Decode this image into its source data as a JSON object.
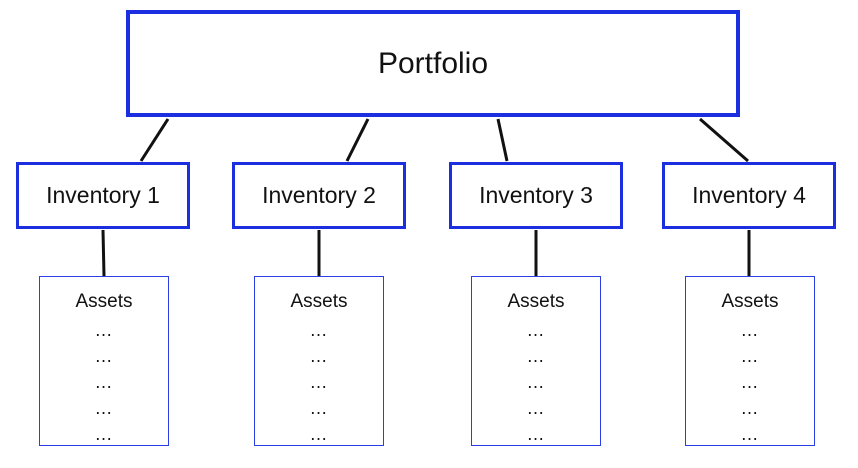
{
  "root": {
    "label": "Portfolio"
  },
  "inventories": [
    {
      "label": "Inventory 1",
      "assets_label": "Assets",
      "items": [
        "…",
        "…",
        "…",
        "…",
        "…"
      ]
    },
    {
      "label": "Inventory 2",
      "assets_label": "Assets",
      "items": [
        "…",
        "…",
        "…",
        "…",
        "…"
      ]
    },
    {
      "label": "Inventory 3",
      "assets_label": "Assets",
      "items": [
        "…",
        "…",
        "…",
        "…",
        "…"
      ]
    },
    {
      "label": "Inventory 4",
      "assets_label": "Assets",
      "items": [
        "…",
        "…",
        "…",
        "…",
        "…"
      ]
    }
  ],
  "colors": {
    "box_border": "#1b2fe0",
    "connector": "#111111"
  }
}
